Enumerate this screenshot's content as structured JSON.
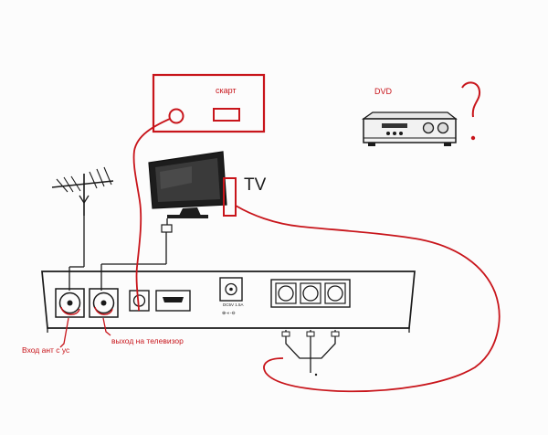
{
  "labels": {
    "scart": "скарт",
    "dvd": "DVD",
    "tv": "TV",
    "question": "?",
    "antenna_input": "Вход ант с ус",
    "tv_output": "выход на телевизор",
    "power_spec": "DC5V  1.5A"
  },
  "colors": {
    "red_annotation": "#c8151b",
    "device_outline": "#1a1a1a",
    "background": "#fcfcfc"
  }
}
